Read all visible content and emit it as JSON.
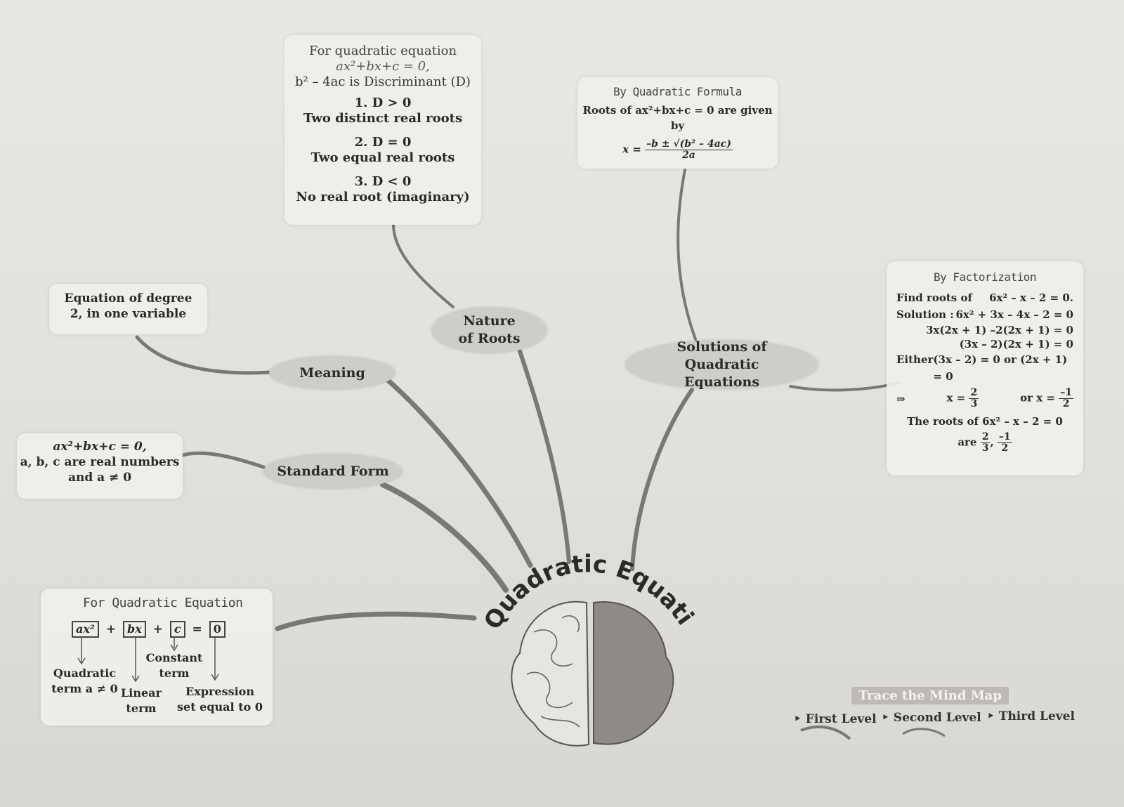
{
  "central": {
    "title": "Quadratic Equations",
    "icon": "brain-icon"
  },
  "branches": {
    "meaning": "Meaning",
    "standard_form": "Standard Form",
    "nature_of_roots": "Nature of Roots",
    "solutions": "Solutions of Quadratic Equations"
  },
  "meaning_box": {
    "text": "Equation of degree 2, in one variable"
  },
  "standard_form_box": {
    "line1": "ax²+bx+c = 0,",
    "line2": "a, b, c are real numbers",
    "line3": "and a ≠ 0"
  },
  "discriminant_box": {
    "line1": "For quadratic equation",
    "line2": "ax²+bx+c = 0,",
    "line3": "b² – 4ac is Discriminant (D)",
    "cases": [
      {
        "condition": "1. D > 0",
        "result": "Two distinct real roots"
      },
      {
        "condition": "2. D = 0",
        "result": "Two equal real roots"
      },
      {
        "condition": "3. D < 0",
        "result": "No real root (imaginary)"
      }
    ]
  },
  "formula_box": {
    "heading": "By Quadratic Formula",
    "text": "Roots of ax²+bx+c = 0 are given by",
    "lhs": "x =",
    "numerator": "–b ± √(b² – 4ac)",
    "denominator": "2a"
  },
  "factorization_box": {
    "heading": "By Factorization",
    "rows": [
      {
        "label": "Find roots of",
        "expr": "6x² – x – 2 = 0."
      },
      {
        "label": "Solution :",
        "expr": "6x² + 3x – 4x – 2 = 0"
      },
      {
        "label": "",
        "expr": "3x(2x + 1) –2(2x + 1) = 0"
      },
      {
        "label": "",
        "expr": "(3x – 2)(2x + 1) = 0"
      },
      {
        "label": "Either",
        "expr": "(3x – 2) = 0 or (2x + 1) = 0"
      }
    ],
    "implies": "⇒",
    "x1_prefix": "x =",
    "x1_num": "2",
    "x1_den": "3",
    "or_text": "or x =",
    "x2_num": "–1",
    "x2_den": "2",
    "roots_line": "The roots of 6x² – x – 2 = 0",
    "are": "are",
    "r1_num": "2",
    "r1_den": "3",
    "r2_num": "–1",
    "r2_den": "2"
  },
  "terms_box": {
    "heading": "For Quadratic Equation",
    "t1": "ax²",
    "t2": "bx",
    "t3": "c",
    "t4": "0",
    "plus": "+",
    "equals": "=",
    "label_quadratic": "Quadratic term a ≠ 0",
    "label_linear": "Linear term",
    "label_constant": "Constant term",
    "label_expression": "Expression set equal to 0"
  },
  "legend": {
    "title": "Trace the Mind Map",
    "levels": [
      "First Level",
      "Second Level",
      "Third Level"
    ]
  }
}
